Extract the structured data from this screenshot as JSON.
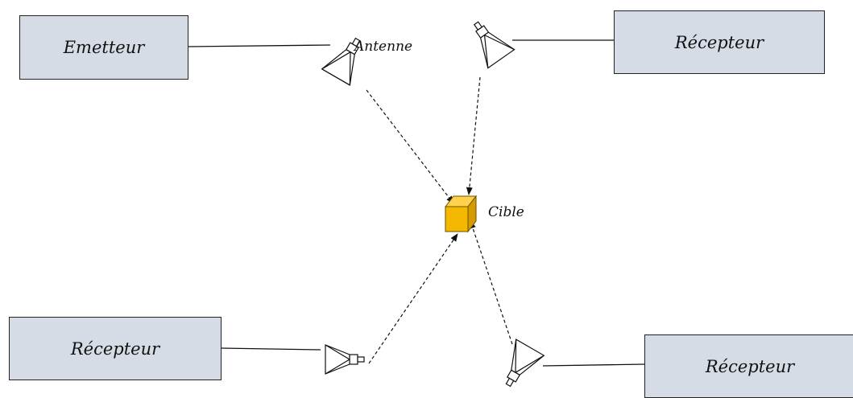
{
  "emitter": {
    "label": "Emetteur"
  },
  "receivers": [
    {
      "label": "Récepteur"
    },
    {
      "label": "Récepteur"
    },
    {
      "label": "Récepteur"
    }
  ],
  "antenna_label": "Antenne",
  "target": {
    "label": "Cible",
    "color": "#f5b800"
  },
  "colors": {
    "box_fill": "#d6dce5",
    "line": "#111111"
  }
}
